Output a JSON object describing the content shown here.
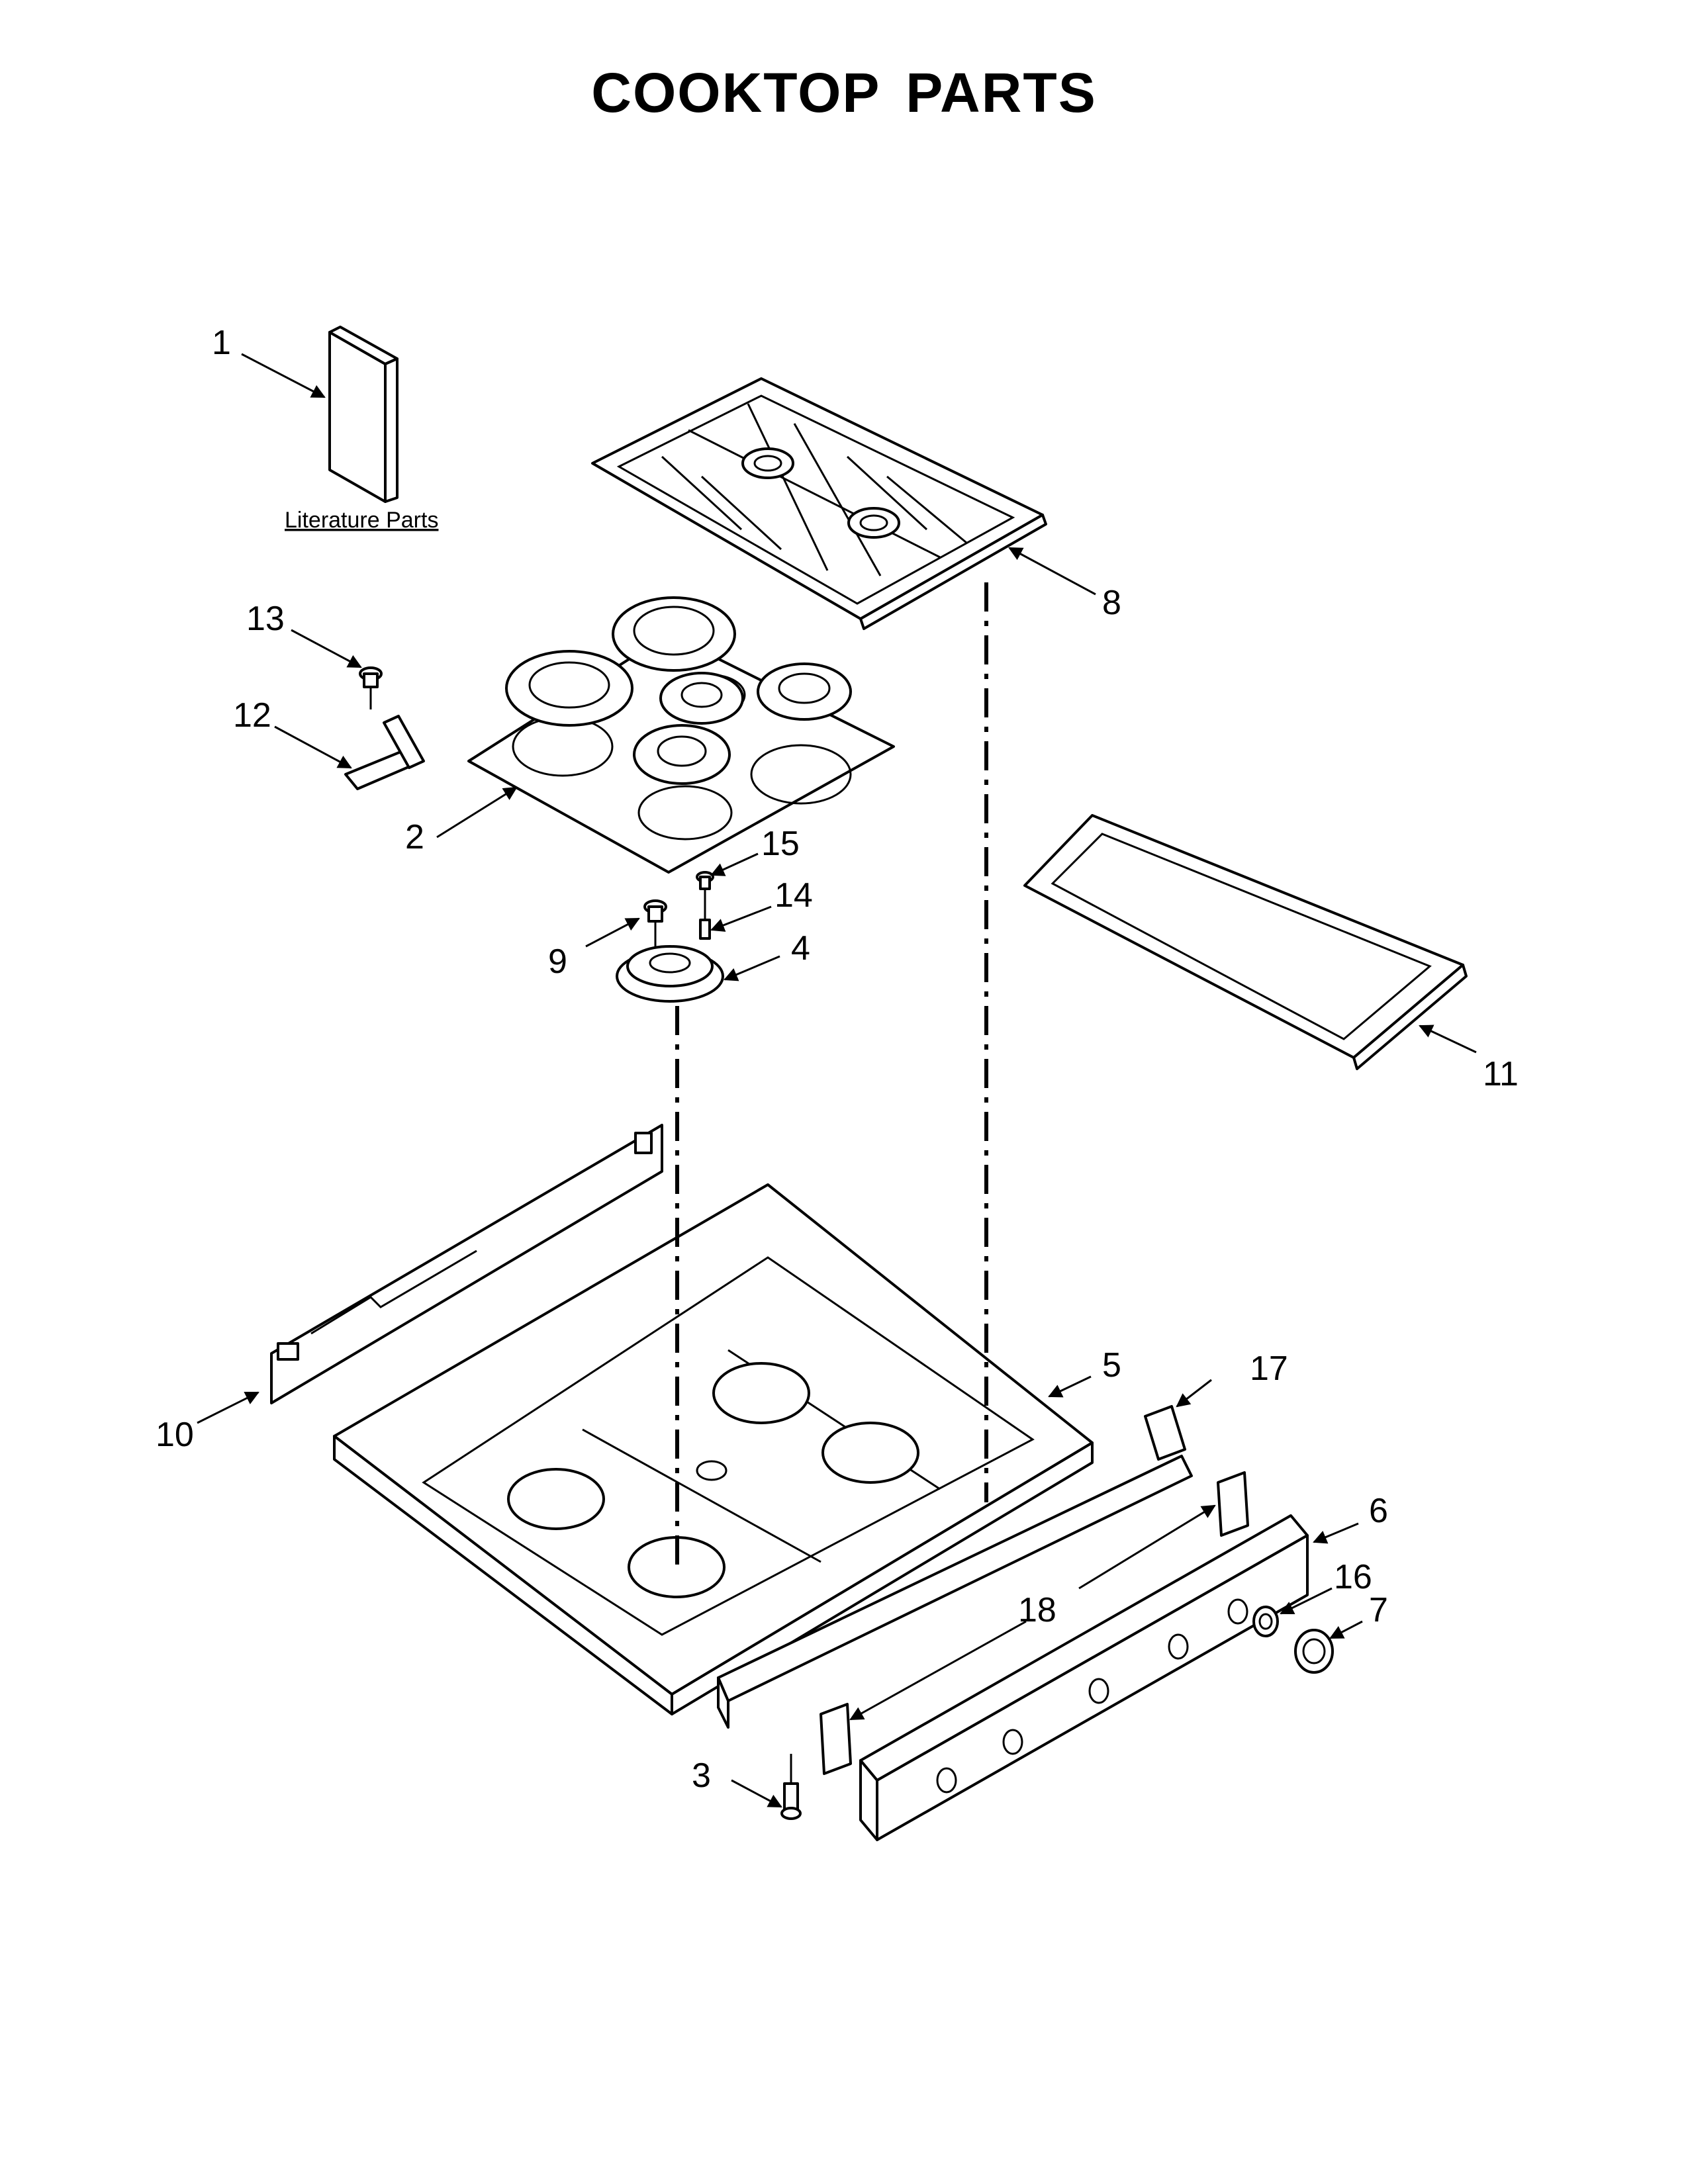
{
  "title": "COOKTOP PARTS",
  "literature_label": "Literature Parts",
  "callouts": [
    {
      "id": "c1",
      "label": "1"
    },
    {
      "id": "c2",
      "label": "2"
    },
    {
      "id": "c3",
      "label": "3"
    },
    {
      "id": "c4",
      "label": "4"
    },
    {
      "id": "c5",
      "label": "5"
    },
    {
      "id": "c6",
      "label": "6"
    },
    {
      "id": "c7",
      "label": "7"
    },
    {
      "id": "c8",
      "label": "8"
    },
    {
      "id": "c9",
      "label": "9"
    },
    {
      "id": "c10",
      "label": "10"
    },
    {
      "id": "c11",
      "label": "11"
    },
    {
      "id": "c12",
      "label": "12"
    },
    {
      "id": "c13",
      "label": "13"
    },
    {
      "id": "c14",
      "label": "14"
    },
    {
      "id": "c15",
      "label": "15"
    },
    {
      "id": "c16",
      "label": "16"
    },
    {
      "id": "c17",
      "label": "17"
    },
    {
      "id": "c18",
      "label": "18"
    }
  ]
}
